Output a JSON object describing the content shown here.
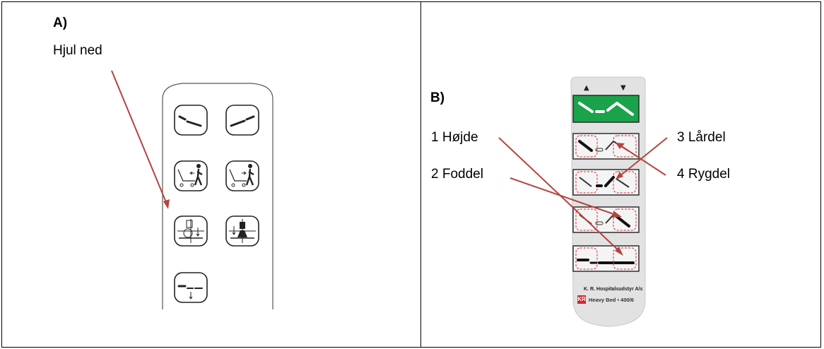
{
  "panel_a": {
    "label": "A)",
    "annotation": "Hjul ned",
    "remote_buttons": [
      {
        "name": "flat-back-tilt-button"
      },
      {
        "name": "flat-foot-tilt-button"
      },
      {
        "name": "person-exit-left-button"
      },
      {
        "name": "person-exit-right-button"
      },
      {
        "name": "wheel-down-brake-button"
      },
      {
        "name": "wheel-up-brake-button"
      },
      {
        "name": "flat-lower-button"
      }
    ]
  },
  "panel_b": {
    "label": "B)",
    "callouts": {
      "height": "1 Højde",
      "foot": "2 Foddel",
      "thigh": "3 Lårdel",
      "back": "4 Rygdel"
    },
    "arrows": {
      "up": "▲",
      "down": "▼"
    },
    "brand_line": "K. R. Hospitalsudstyr A/s",
    "model": "Heavy Bed • 400/6",
    "logo_mark": "KR"
  },
  "colors": {
    "annotation_arrow": "#b5433f",
    "remote_b_body": "#e2e2e2",
    "top_button_green": "#1aa34a",
    "dashed_zone": "#d9232b",
    "logo_red": "#d9232b"
  }
}
